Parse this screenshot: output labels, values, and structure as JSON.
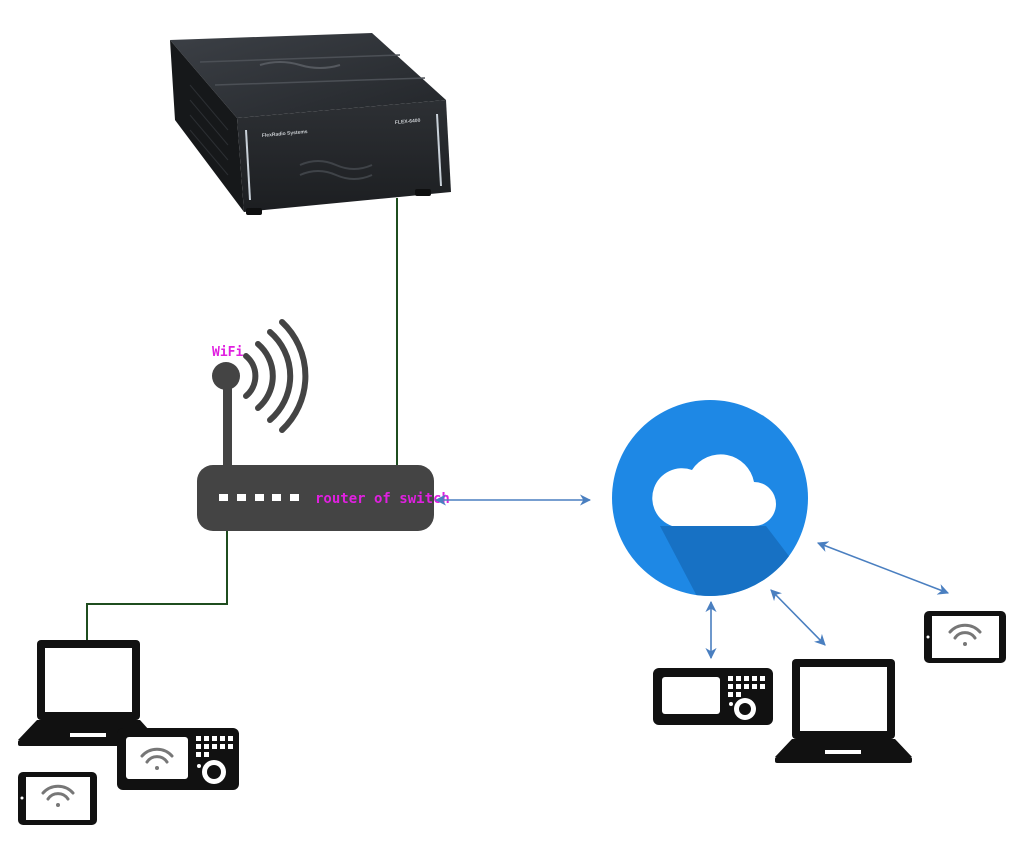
{
  "labels": {
    "wifi": "WiFi",
    "router": "router of switch",
    "brand": "FlexRadio Systems",
    "model": "FLEX-6400"
  },
  "icons": {
    "radio_server": "radio-server-icon",
    "router": "router-icon",
    "wifi_signal": "wifi-signal-icon",
    "cloud": "cloud-icon",
    "laptop": "laptop-icon",
    "tablet": "tablet-icon",
    "radio_console": "radio-console-icon"
  },
  "colors": {
    "wifi_label": "#e020e0",
    "router_label": "#e020e0",
    "wired_link": "#1f4d1f",
    "network_link": "#4a7fc0",
    "cloud_circle": "#1e88e5",
    "device_dark": "#111111",
    "router_body": "#444444",
    "server_body": "#2a2d31"
  }
}
